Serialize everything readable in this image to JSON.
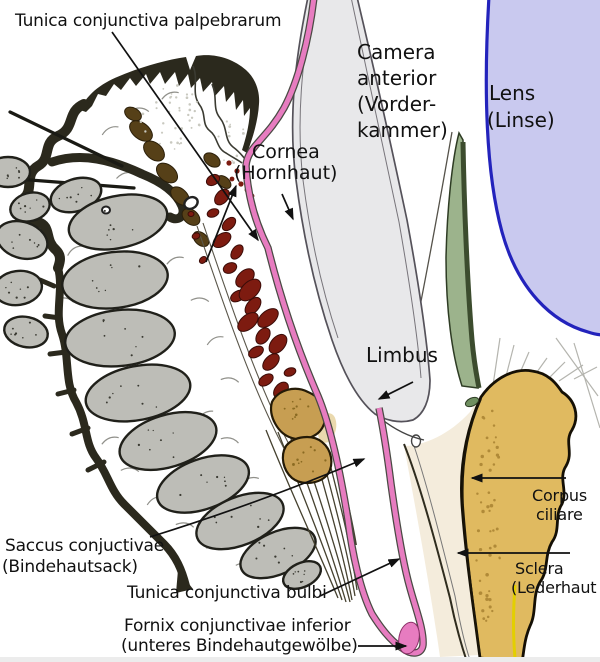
{
  "labels": {
    "tunica_conjunctiva_palpebrarum": "Tunica conjunctiva palpebrarum",
    "camera_anterior": [
      "Camera",
      "anterior",
      "(Vorder-",
      "kammer)"
    ],
    "lens": [
      "Lens",
      "(Linse)"
    ],
    "cornea": [
      "Cornea",
      "(Hornhaut)"
    ],
    "limbus": "Limbus",
    "corpus_ciliare": [
      "Corpus",
      "ciliare"
    ],
    "sclera": [
      "Sclera",
      "(Lederhaut"
    ],
    "saccus_conjuctivae": [
      "Saccus conjuctivae",
      "(Bindehautsack)"
    ],
    "tunica_conjunctiva_bulbi": "Tunica conjunctiva bulbi",
    "fornix": [
      "Fornix conjunctivae inferior",
      "(unteres Bindehautgewölbe)"
    ]
  },
  "colors": {
    "background": "#ffffff",
    "text": "#111111",
    "lens_fill": "#c9c9ef",
    "lens_border": "#2323bc",
    "cornea_fill": "#e8e8ea",
    "cornea_edge": "#55525a",
    "iris_green": "#9cb38c",
    "iris_green_dark": "#3c4c2e",
    "ciliary_gold": "#e0ba60",
    "sclera_cream": "#f4ecdc",
    "conjunctiva_pink": "#e77cc0",
    "conjunctiva_dark_edge": "#4a4a44",
    "eyelid_skin_dark": "#2b291d",
    "muscle_gray": "#bdbdb7",
    "tarsal_gland_red": "#7d1b10",
    "follicle_brown": "#564018",
    "accessory_gland_tan": "#c79e52",
    "accent_yellow": "#e3cf00"
  }
}
